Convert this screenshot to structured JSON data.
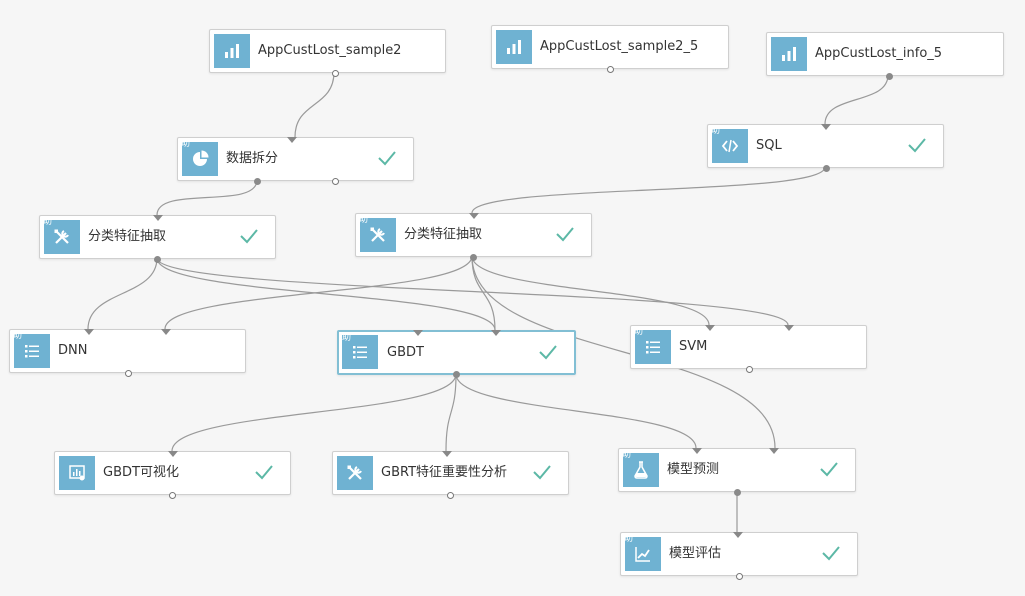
{
  "canvas": {
    "helper_badge": "助",
    "nodes": [
      {
        "id": "n1",
        "label": "AppCustLost_sample2",
        "icon": "table-icon",
        "status": "none"
      },
      {
        "id": "n2",
        "label": "AppCustLost_sample2_5",
        "icon": "table-icon",
        "status": "none"
      },
      {
        "id": "n3",
        "label": "AppCustLost_info_5",
        "icon": "table-icon",
        "status": "none"
      },
      {
        "id": "n4",
        "label": "数据拆分",
        "icon": "pie-icon",
        "status": "success"
      },
      {
        "id": "n5",
        "label": "SQL",
        "icon": "code-icon",
        "status": "success"
      },
      {
        "id": "n6",
        "label": "分类特征抽取",
        "icon": "tools-icon",
        "status": "success"
      },
      {
        "id": "n7",
        "label": "分类特征抽取",
        "icon": "tools-icon",
        "status": "success"
      },
      {
        "id": "n8",
        "label": "DNN",
        "icon": "list-icon",
        "status": "none"
      },
      {
        "id": "n9",
        "label": "GBDT",
        "icon": "list-icon",
        "status": "success",
        "selected": true
      },
      {
        "id": "n10",
        "label": "SVM",
        "icon": "list-icon",
        "status": "none"
      },
      {
        "id": "n11",
        "label": "GBDT可视化",
        "icon": "visual-icon",
        "status": "success"
      },
      {
        "id": "n12",
        "label": "GBRT特征重要性分析",
        "icon": "tools-icon",
        "status": "success"
      },
      {
        "id": "n13",
        "label": "模型预测",
        "icon": "flask-icon",
        "status": "success"
      },
      {
        "id": "n14",
        "label": "模型评估",
        "icon": "line-chart-icon",
        "status": "success"
      }
    ],
    "colors": {
      "icon_bg": "#6fb2d2",
      "check": "#5cb8a6",
      "edge": "#9a9a9a",
      "selected_border": "#82bfd4"
    }
  }
}
